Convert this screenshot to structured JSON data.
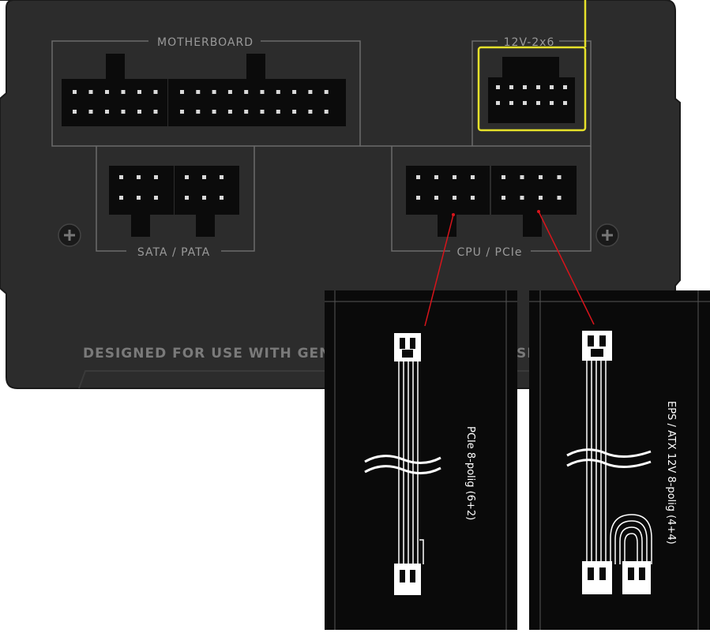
{
  "psu_panel": {
    "groups": {
      "motherboard": "MOTHERBOARD",
      "twelve_v": "12V-2x6",
      "sata_pata": "SATA / PATA",
      "cpu_pcie": "CPU / PCIe"
    },
    "footer_text": "DESIGNED FOR USE WITH GENUIN",
    "footer_tail": "SE"
  },
  "cards": [
    {
      "label": "PCIe 8-polig (6+2)"
    },
    {
      "label": "EPS / ATX 12V 8-polig (4+4)"
    }
  ],
  "colors": {
    "panel": "#2b2b2b",
    "panel_edge": "#1f1f1f",
    "outline": "#6b6b6b",
    "connector": "#0b0b0b",
    "pin": "#d9d9d9",
    "highlight": "#e6e12a",
    "pointer": "#d8141b",
    "card": "#0a0a0a",
    "cable": "#ffffff"
  }
}
